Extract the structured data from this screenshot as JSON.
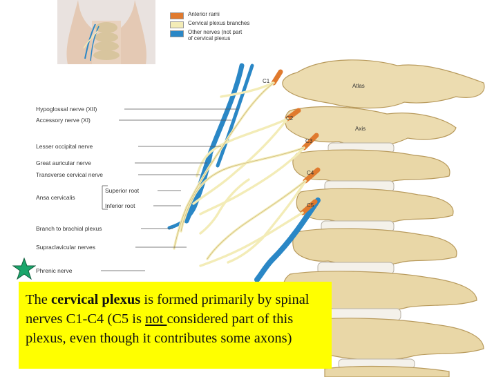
{
  "legend": {
    "items": [
      {
        "text": "Anterior rami",
        "color": "#e07a2e"
      },
      {
        "text": "Cervical plexus branches",
        "color": "#f3ecb7"
      },
      {
        "text": "Other nerves (not part\nof cervical plexus",
        "color": "#2a87c6"
      }
    ]
  },
  "labels": {
    "hypoglossal": "Hypoglossal nerve (XII)",
    "accessory": "Accessory nerve (XI)",
    "lesser_occipital": "Lesser occipital nerve",
    "great_auricular": "Great auricular nerve",
    "transverse_cervical": "Transverse cervical nerve",
    "ansa": "Ansa cervicalis",
    "superior_root": "Superior root",
    "inferior_root": "Inferior root",
    "brachial_branch": "Branch to brachial plexus",
    "supraclavicular": "Supraclavicular nerves",
    "phrenic": "Phrenic nerve"
  },
  "vertebra_labels": {
    "atlas": "Atlas",
    "axis": "Axis",
    "c1": "C1",
    "c2": "C2",
    "c3": "C3",
    "c4": "C4",
    "c5": "C5"
  },
  "caption": {
    "part1": "The ",
    "bold": "cervical plexus",
    "part2": " is formed primarily by spinal nerves C1-C4 (C5 is ",
    "underline": "not ",
    "part3": "considered part of this plexus, even though it contributes some axons)"
  },
  "colors": {
    "caption_bg": "#ffff00",
    "anterior_rami": "#e07a2e",
    "plexus_branches": "#f3ecb7",
    "other_nerves": "#2a87c6",
    "bone": "#ede0b8",
    "star": "#1aa66b"
  }
}
